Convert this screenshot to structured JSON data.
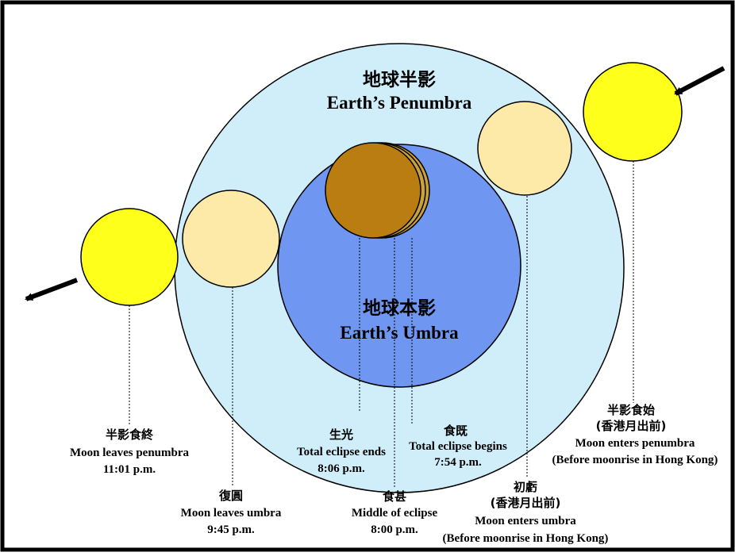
{
  "colors": {
    "penumbra": "#cfeefa",
    "umbra": "#6f96f0",
    "moon_bright": "#ffff1c",
    "moon_pale": "#fde9a8",
    "moon_eclipsed": "#b97d12",
    "moon_eclipsed_rim": "#caa23c"
  },
  "penumbra": {
    "title_zh": "地球半影",
    "title_en": "Earth’s Penumbra"
  },
  "umbra": {
    "title_zh": "地球本影",
    "title_en": "Earth’s Umbra"
  },
  "moons": [
    {
      "id": "enters-penumbra",
      "zh": "半影食始",
      "note": "(香港月出前)",
      "en": "Moon enters penumbra",
      "en2": "(Before moonrise in Hong Kong)",
      "fill": "bright"
    },
    {
      "id": "enters-umbra",
      "zh": "初虧",
      "note": "(香港月出前)",
      "en": "Moon enters umbra",
      "en2": "(Before moonrise in Hong Kong)",
      "fill": "pale"
    },
    {
      "id": "total-begins",
      "zh": "食既",
      "en": "Total eclipse begins",
      "time": "7:54 p.m.",
      "fill": "eclipsed"
    },
    {
      "id": "mid-eclipse",
      "zh": "食甚",
      "en": "Middle of eclipse",
      "time": "8:00 p.m.",
      "fill": "eclipsed"
    },
    {
      "id": "total-ends",
      "zh": "生光",
      "en": "Total eclipse ends",
      "time": "8:06 p.m.",
      "fill": "eclipsed"
    },
    {
      "id": "leaves-umbra",
      "zh": "復圓",
      "en": "Moon leaves umbra",
      "time": "9:45 p.m.",
      "fill": "pale"
    },
    {
      "id": "leaves-penumbra",
      "zh": "半影食終",
      "en": "Moon leaves penumbra",
      "time": "11:01 p.m.",
      "fill": "bright"
    }
  ]
}
